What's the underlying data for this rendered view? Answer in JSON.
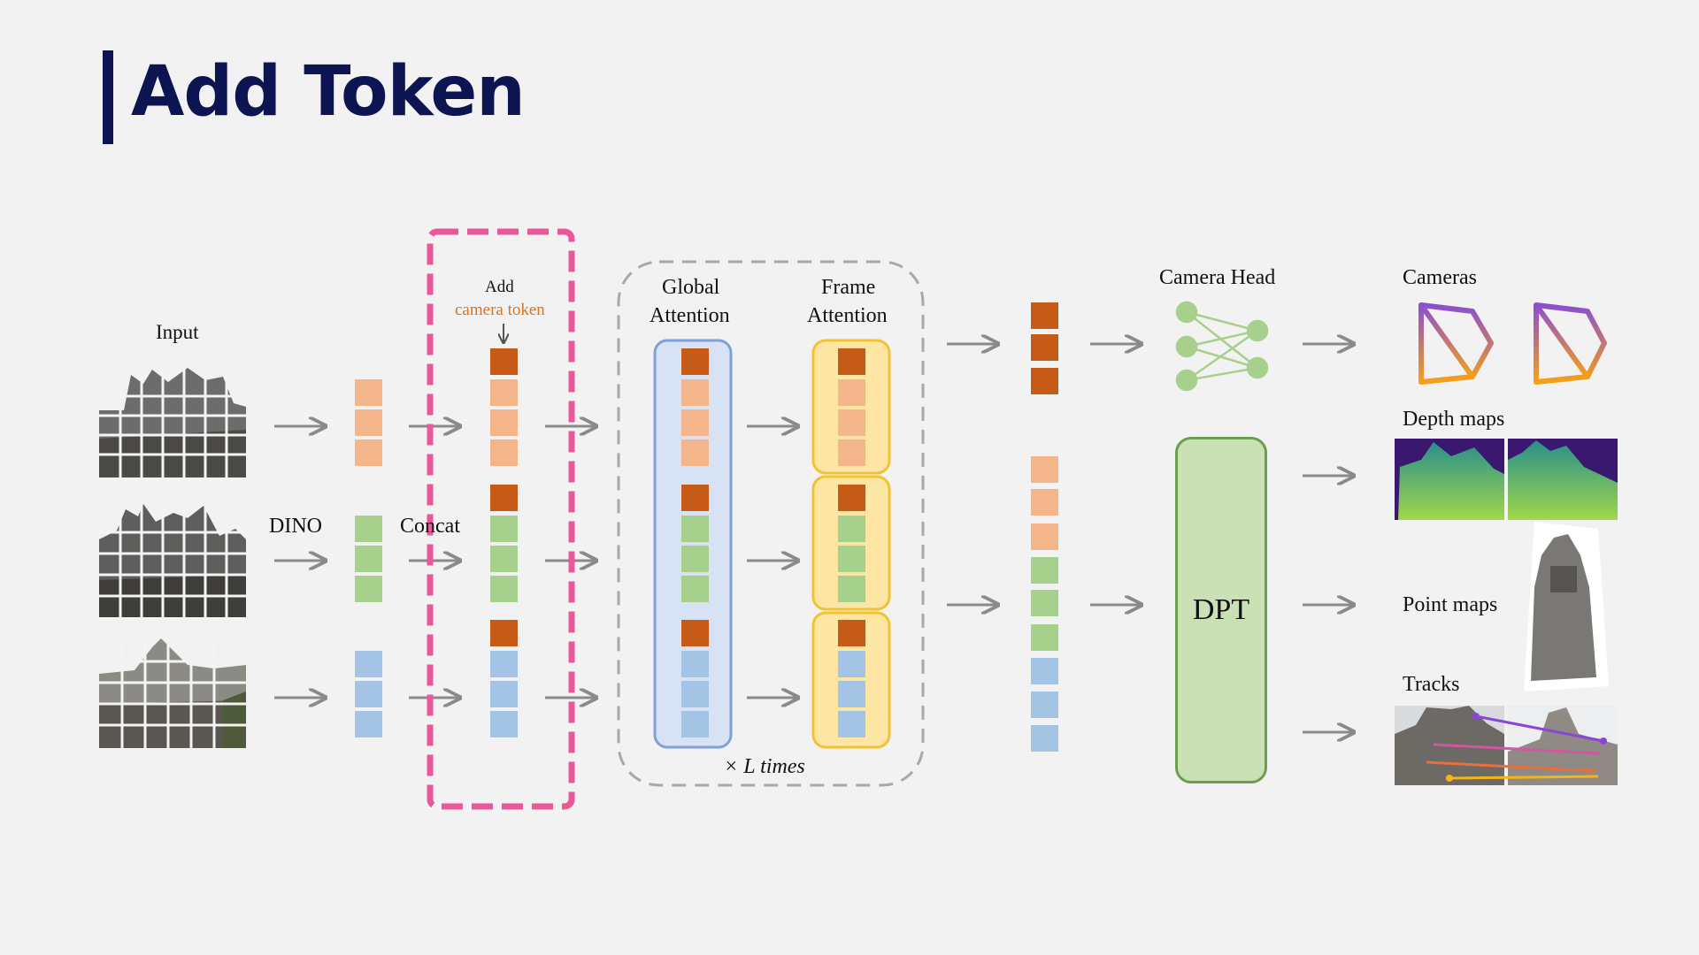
{
  "slide": {
    "title": "Add Token",
    "colors": {
      "title": "#0d1452",
      "highlight_box": "#e8589a",
      "camera_token": "#c65a17",
      "tile_orange": "#f4b58a",
      "tile_green": "#a7d08c",
      "tile_blue": "#a4c4e6",
      "global_attention_fill": "#d7e2f4",
      "frame_attention_fill": "#fde6a3",
      "arrow": "#8a8a8a"
    }
  },
  "diagram": {
    "input_label": "Input",
    "dino_label": "DINO",
    "concat_label": "Concat",
    "add_label": "Add",
    "camera_token_label": "camera token",
    "global_attention_label": [
      "Global",
      "Attention"
    ],
    "frame_attention_label": [
      "Frame",
      "Attention"
    ],
    "times_label": "× L times",
    "camera_head_label": "Camera Head",
    "dpt_label": "DPT",
    "outputs": {
      "cameras": "Cameras",
      "depth_maps": "Depth maps",
      "point_maps": "Point maps",
      "tracks": "Tracks"
    }
  }
}
